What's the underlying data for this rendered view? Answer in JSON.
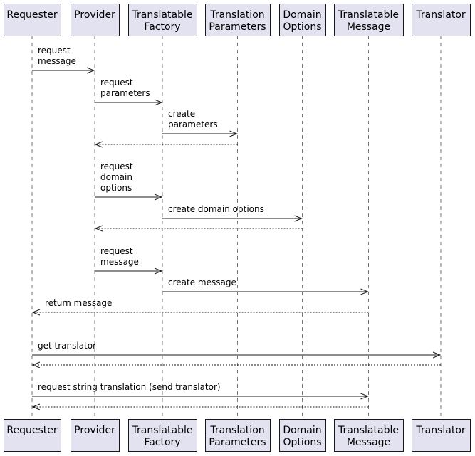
{
  "participants": [
    {
      "id": "requester",
      "lines": [
        "Requester"
      ]
    },
    {
      "id": "provider",
      "lines": [
        "Provider"
      ]
    },
    {
      "id": "translatable-factory",
      "lines": [
        "Translatable",
        "Factory"
      ]
    },
    {
      "id": "translation-parameters",
      "lines": [
        "Translation",
        "Parameters"
      ]
    },
    {
      "id": "domain-options",
      "lines": [
        "Domain",
        "Options"
      ]
    },
    {
      "id": "translatable-message",
      "lines": [
        "Translatable",
        "Message"
      ]
    },
    {
      "id": "translator",
      "lines": [
        "Translator"
      ]
    }
  ],
  "messages": [
    {
      "from": "requester",
      "to": "provider",
      "lines": [
        "request",
        "message"
      ],
      "style": "solid"
    },
    {
      "from": "provider",
      "to": "translatable-factory",
      "lines": [
        "request",
        "parameters"
      ],
      "style": "solid"
    },
    {
      "from": "translatable-factory",
      "to": "translation-parameters",
      "lines": [
        "create",
        "parameters"
      ],
      "style": "solid"
    },
    {
      "from": "translation-parameters",
      "to": "provider",
      "lines": [],
      "style": "dashed"
    },
    {
      "from": "provider",
      "to": "translatable-factory",
      "lines": [
        "request",
        "domain",
        "options"
      ],
      "style": "solid"
    },
    {
      "from": "translatable-factory",
      "to": "domain-options",
      "lines": [
        "create domain options"
      ],
      "style": "solid"
    },
    {
      "from": "domain-options",
      "to": "provider",
      "lines": [],
      "style": "dashed"
    },
    {
      "from": "provider",
      "to": "translatable-factory",
      "lines": [
        "request",
        "message"
      ],
      "style": "solid"
    },
    {
      "from": "translatable-factory",
      "to": "translatable-message",
      "lines": [
        "create message"
      ],
      "style": "solid"
    },
    {
      "from": "translatable-message",
      "to": "requester",
      "lines": [
        "return message"
      ],
      "style": "dashed"
    },
    {
      "from": "requester",
      "to": "translator",
      "lines": [
        "get translator"
      ],
      "style": "solid"
    },
    {
      "from": "translator",
      "to": "requester",
      "lines": [],
      "style": "dashed"
    },
    {
      "from": "requester",
      "to": "translatable-message",
      "lines": [
        "request string translation (send translator)"
      ],
      "style": "solid"
    },
    {
      "from": "translatable-message",
      "to": "requester",
      "lines": [],
      "style": "dashed"
    }
  ]
}
